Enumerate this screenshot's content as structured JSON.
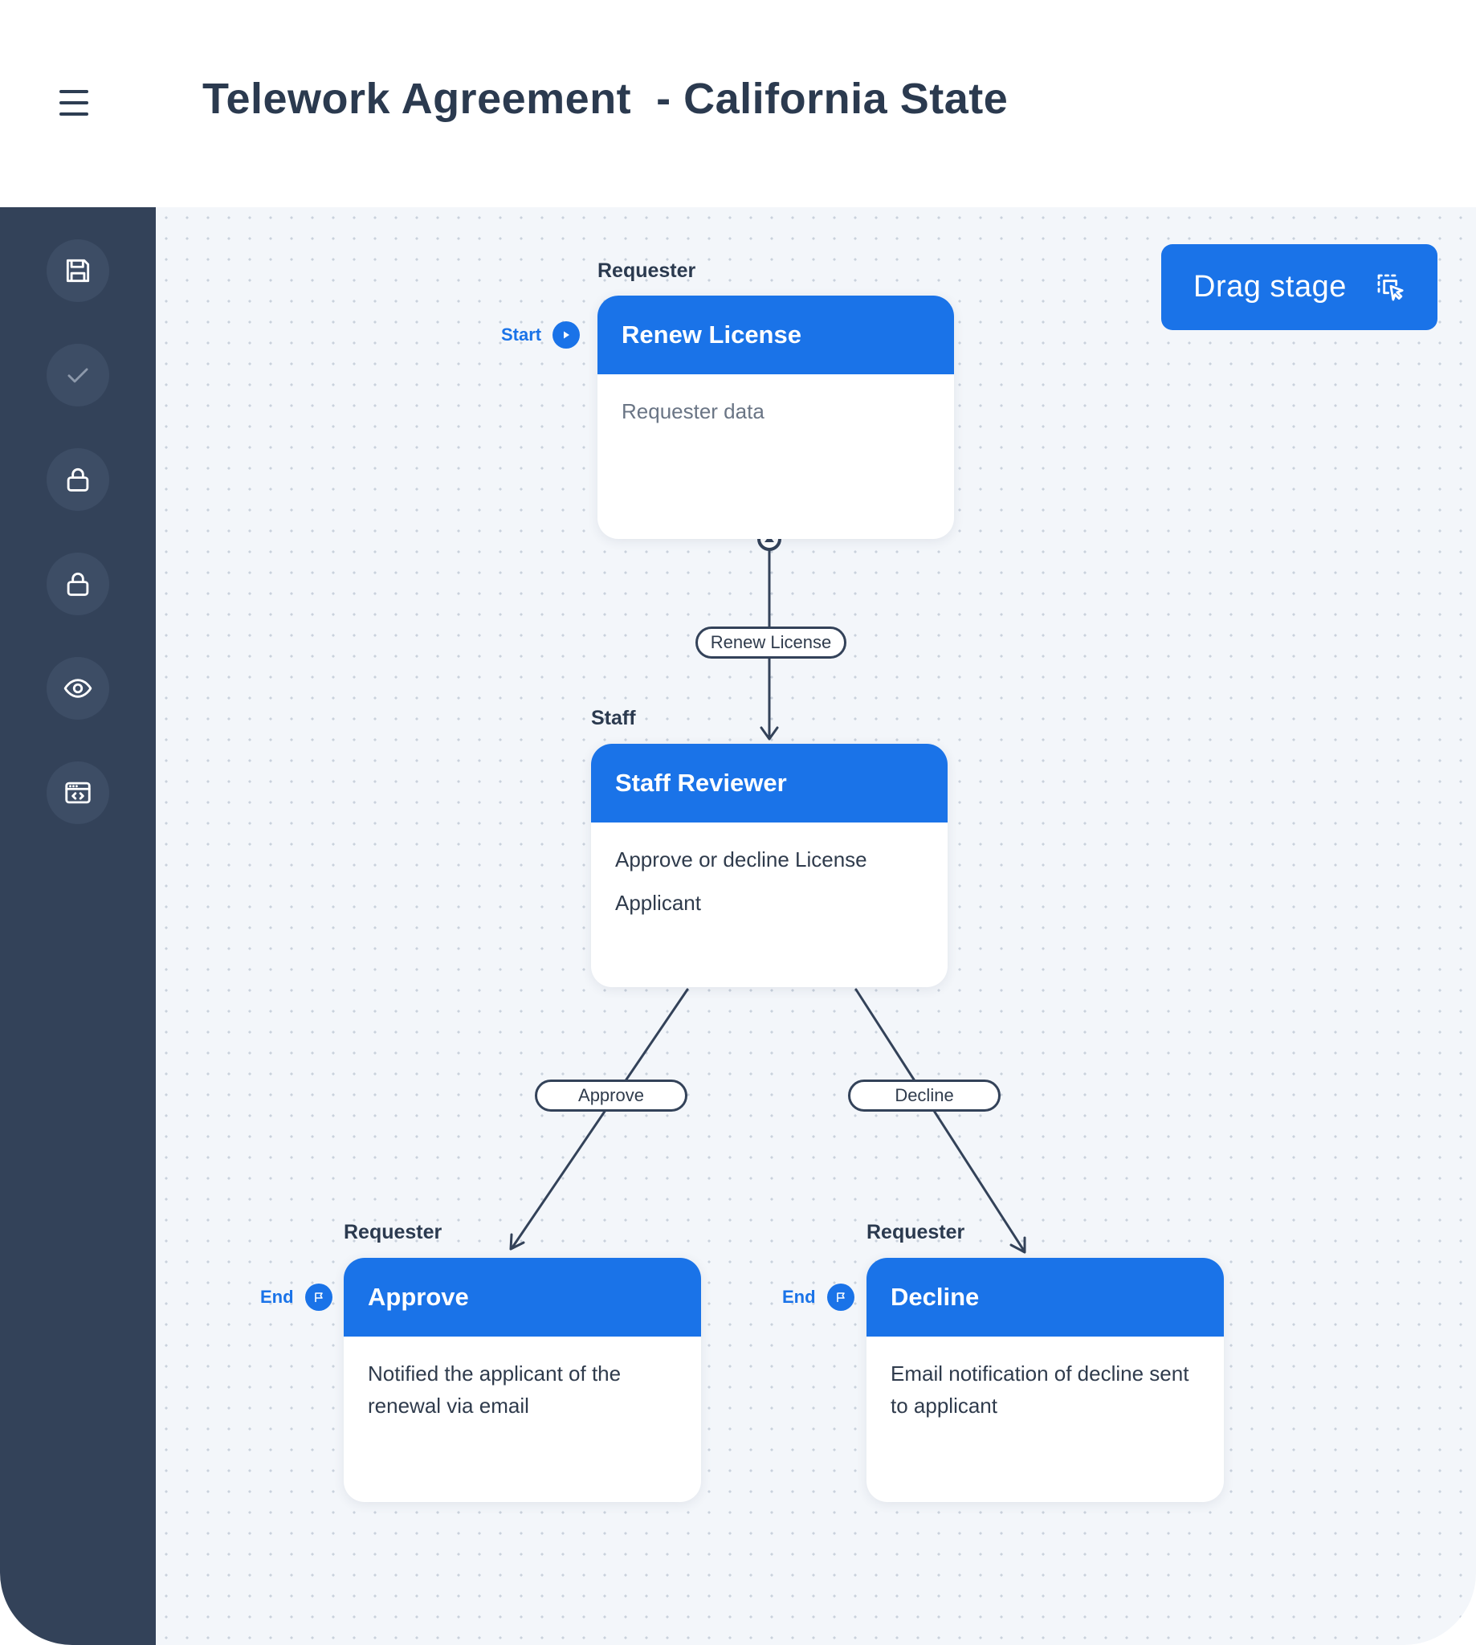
{
  "header": {
    "title": "Telework Agreement  - California State"
  },
  "toolbar": {
    "drag_stage_label": "Drag stage"
  },
  "sidebar": {
    "items": [
      {
        "icon": "save-icon"
      },
      {
        "icon": "check-icon"
      },
      {
        "icon": "lock-icon"
      },
      {
        "icon": "lock-icon"
      },
      {
        "icon": "eye-icon"
      },
      {
        "icon": "code-window-icon"
      }
    ]
  },
  "workflow": {
    "stages": [
      {
        "role": "Requester",
        "title": "Renew License",
        "description": [
          "Requester data"
        ],
        "tag": "Start"
      },
      {
        "role": "Staff",
        "title": "Staff Reviewer",
        "description": [
          "Approve or decline  License",
          "Applicant"
        ]
      },
      {
        "role": "Requester",
        "title": "Approve",
        "description": [
          "Notified the applicant of the renewal via email"
        ],
        "tag": "End"
      },
      {
        "role": "Requester",
        "title": "Decline",
        "description": [
          "Email notification of decline sent to applicant"
        ],
        "tag": "End"
      }
    ],
    "transitions": [
      {
        "label": "Renew License"
      },
      {
        "label": "Approve"
      },
      {
        "label": "Decline"
      }
    ]
  },
  "colors": {
    "accent": "#1a73e8",
    "sidebar": "#334259",
    "canvas": "#f3f6fa",
    "text": "#2b3a4f"
  }
}
